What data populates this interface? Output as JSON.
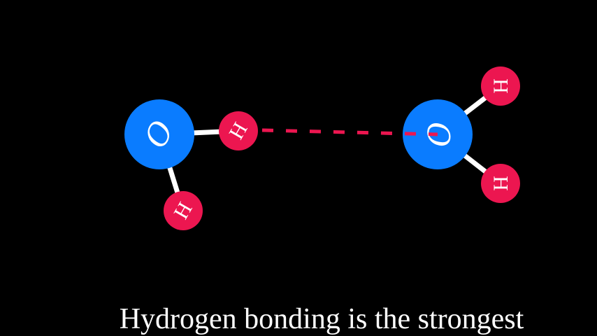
{
  "colors": {
    "oxygen": "#0a7cff",
    "hydrogen": "#ec1650",
    "bond": "#ffffff",
    "hbond": "#ec1650",
    "background": "#000000"
  },
  "molecules": [
    {
      "atoms": [
        {
          "label": "O"
        },
        {
          "label": "H"
        },
        {
          "label": "H"
        }
      ]
    },
    {
      "atoms": [
        {
          "label": "O"
        },
        {
          "label": "H"
        },
        {
          "label": "H"
        }
      ]
    }
  ],
  "caption": "Hydrogen bonding is the strongest"
}
